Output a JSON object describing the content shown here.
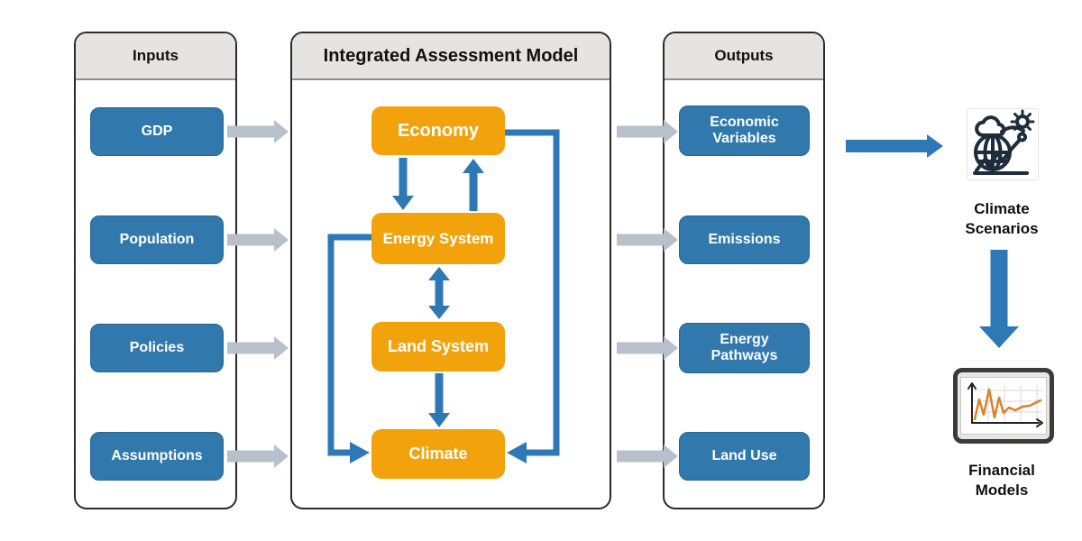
{
  "inputs_panel": {
    "title": "Inputs",
    "items": [
      "GDP",
      "Population",
      "Policies",
      "Assumptions"
    ]
  },
  "model_panel": {
    "title": "Integrated Assessment Model",
    "nodes": [
      "Economy",
      "Energy System",
      "Land System",
      "Climate"
    ]
  },
  "outputs_panel": {
    "title": "Outputs",
    "items": [
      "Economic Variables",
      "Emissions",
      "Energy Pathways",
      "Land Use"
    ]
  },
  "downstream": {
    "climate_scenarios": "Climate Scenarios",
    "financial_models": "Financial Models"
  },
  "colors": {
    "box_blue": "#3179AD",
    "box_orange": "#F2A30B",
    "arrow_blue": "#2E78B5",
    "arrow_gray": "#B7C0CB",
    "panel_border": "#2B2B2B",
    "header_bg": "#E5E4E1",
    "icon_navy": "#1E2C3C",
    "chart_orange": "#D9822B"
  }
}
